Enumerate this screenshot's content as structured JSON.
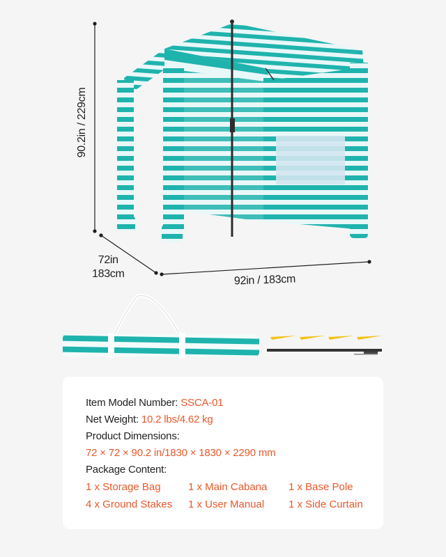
{
  "dimensions": {
    "height": "90.2in / 229cm",
    "depth_line1": "72in",
    "depth_line2": "183cm",
    "width": "92in / 183cm"
  },
  "colors": {
    "background": "#f5f5f5",
    "card": "#ffffff",
    "accent": "#e8582a",
    "teal": "#1fb3ad",
    "stripe_light": "#e8f7f8"
  },
  "specs": {
    "model_label": "Item Model Number: ",
    "model_value": "SSCA-01",
    "weight_label": "Net Weight: ",
    "weight_value": "10.2 lbs/4.62 kg",
    "dimensions_label": "Product Dimensions:",
    "dimensions_value": "72 × 72 × 90.2 in/1830 × 1830 × 2290 mm",
    "package_label": "Package Content:",
    "package_items": [
      "1 x Storage Bag",
      "1 x Main Cabana",
      "1 x Base Pole",
      "4 x Ground Stakes",
      "1 x User Manual",
      "1 x Side Curtain"
    ]
  }
}
